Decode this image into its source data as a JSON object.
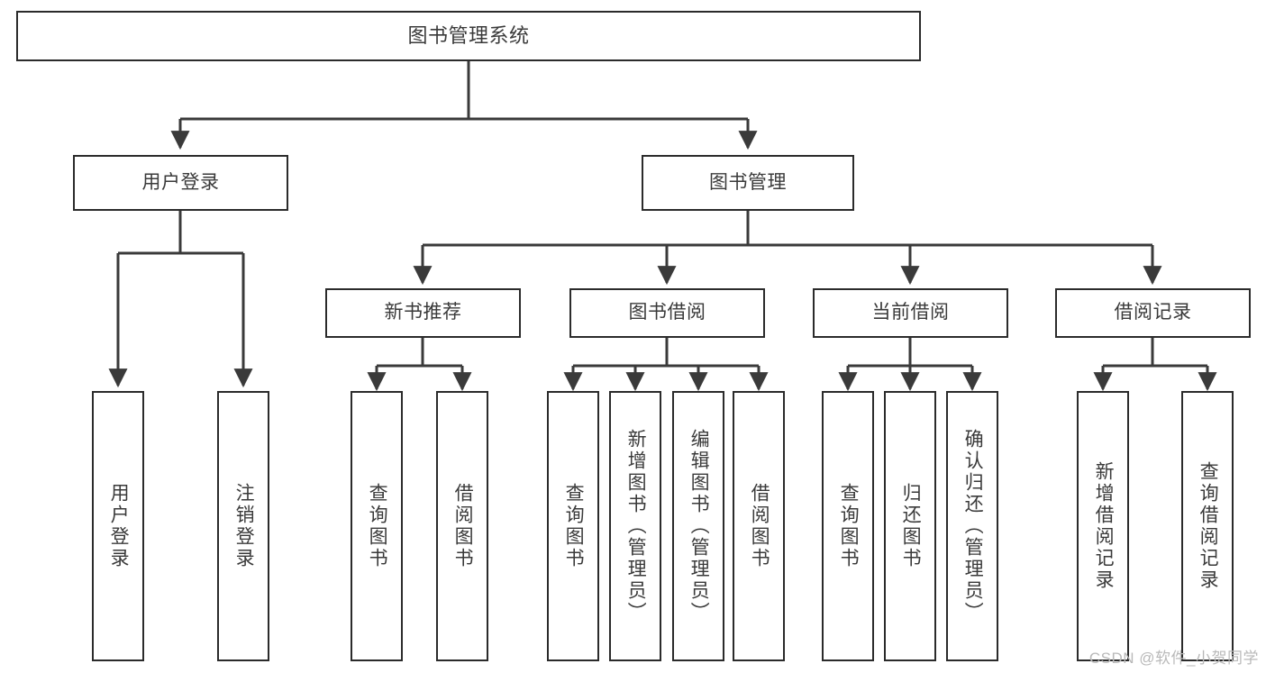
{
  "diagram": {
    "title": "图书管理系统",
    "type": "tree",
    "watermark": "CSDN @软件_小贺同学",
    "colors": {
      "background": "#ffffff",
      "box_border": "#2b2b2b",
      "box_fill": "#ffffff",
      "text": "#3a3a3a",
      "connector": "#3a3a3a",
      "watermark": "#b9b9b9"
    },
    "root": {
      "label": "图书管理系统"
    },
    "level2": [
      {
        "label": "用户登录"
      },
      {
        "label": "图书管理"
      }
    ],
    "level3": [
      {
        "label": "新书推荐"
      },
      {
        "label": "图书借阅"
      },
      {
        "label": "当前借阅"
      },
      {
        "label": "借阅记录"
      }
    ],
    "leaves": {
      "user_login": [
        {
          "label": "用户登录"
        },
        {
          "label": "注销登录"
        }
      ],
      "new_book_recommend": [
        {
          "label": "查询图书"
        },
        {
          "label": "借阅图书"
        }
      ],
      "book_borrow": [
        {
          "label": "查询图书"
        },
        {
          "label": "新增图书（管理员）"
        },
        {
          "label": "编辑图书（管理员）"
        },
        {
          "label": "借阅图书"
        }
      ],
      "current_borrow": [
        {
          "label": "查询图书"
        },
        {
          "label": "归还图书"
        },
        {
          "label": "确认归还（管理员）"
        }
      ],
      "borrow_record": [
        {
          "label": "新增借阅记录"
        },
        {
          "label": "查询借阅记录"
        }
      ]
    }
  }
}
